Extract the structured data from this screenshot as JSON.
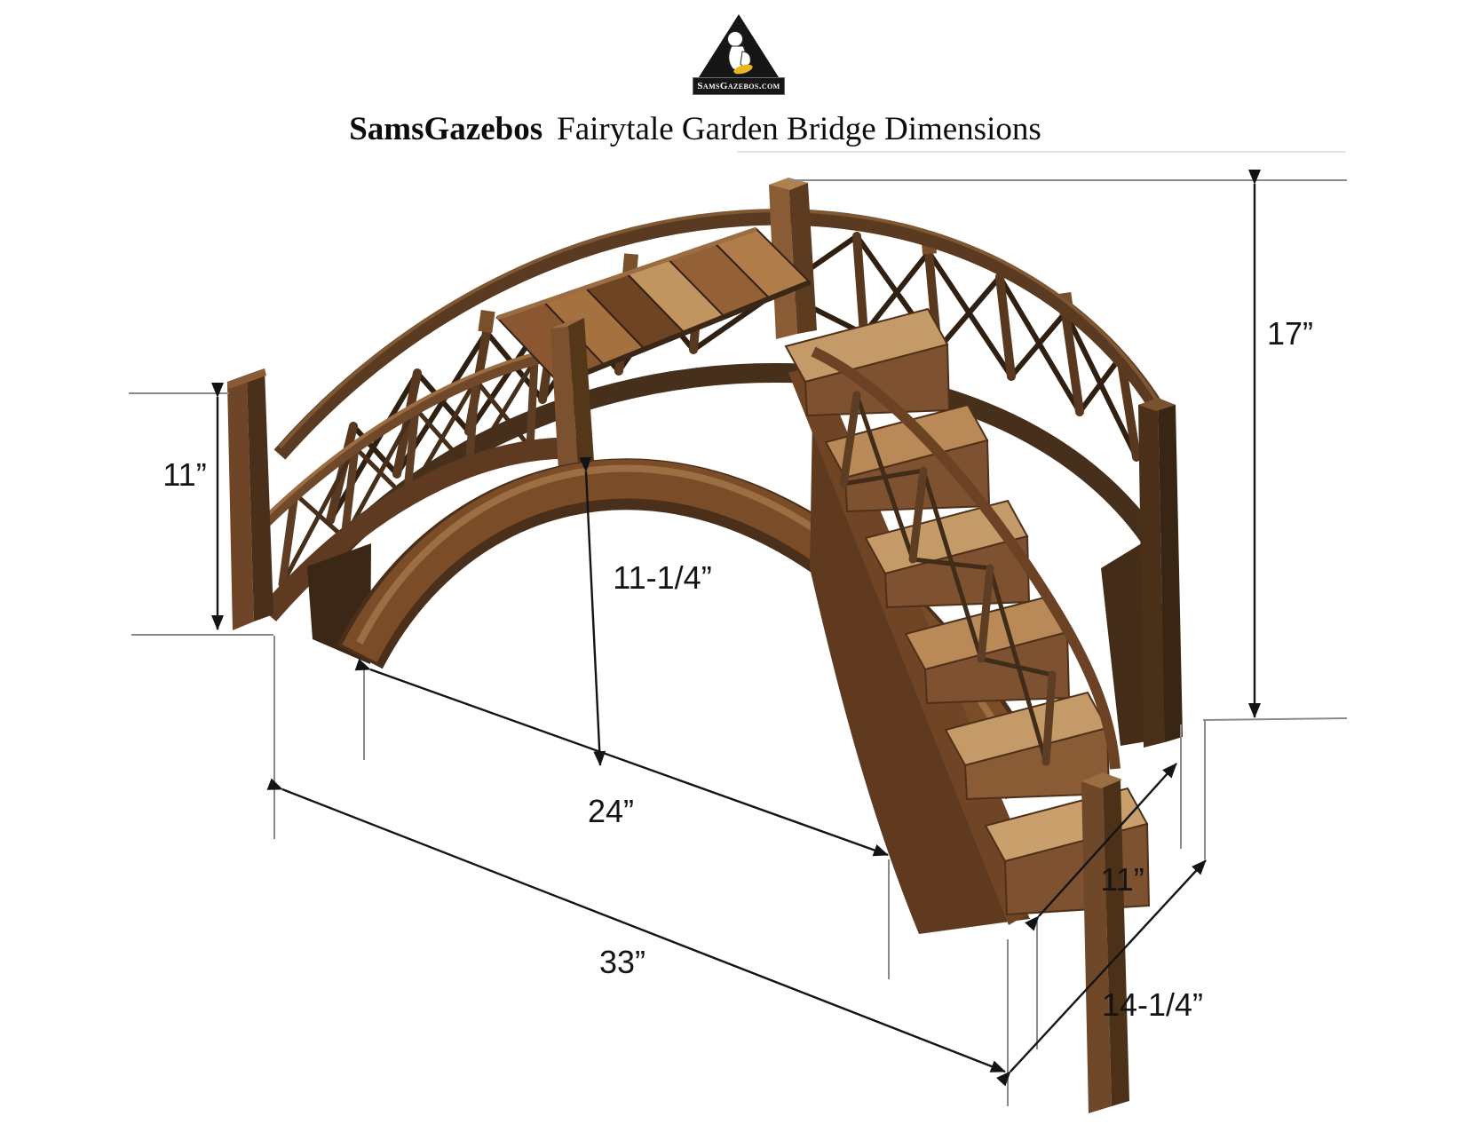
{
  "logo": {
    "icon": "gazebo-cherub-triangle-logo",
    "banner_text": "SamsGazebos.com"
  },
  "title": {
    "brand": "SamsGazebos",
    "text": "Fairytale Garden Bridge Dimensions"
  },
  "dimensions": {
    "overall_height": "17”",
    "left_rail_height": "11”",
    "clearance_height": "11-1/4”",
    "arch_span": "24”",
    "overall_length": "33”",
    "stair_tread_width": "11”",
    "overall_width": "14-1/4”"
  },
  "colors": {
    "background": "#ffffff",
    "annotation_line": "#141414",
    "guide_line": "#8a8a8a",
    "wood_dark": "#4a3019",
    "wood_mid": "#7b4c28",
    "wood_light": "#c1955f",
    "logo_black": "#161616",
    "logo_gold": "#e8b81e"
  }
}
